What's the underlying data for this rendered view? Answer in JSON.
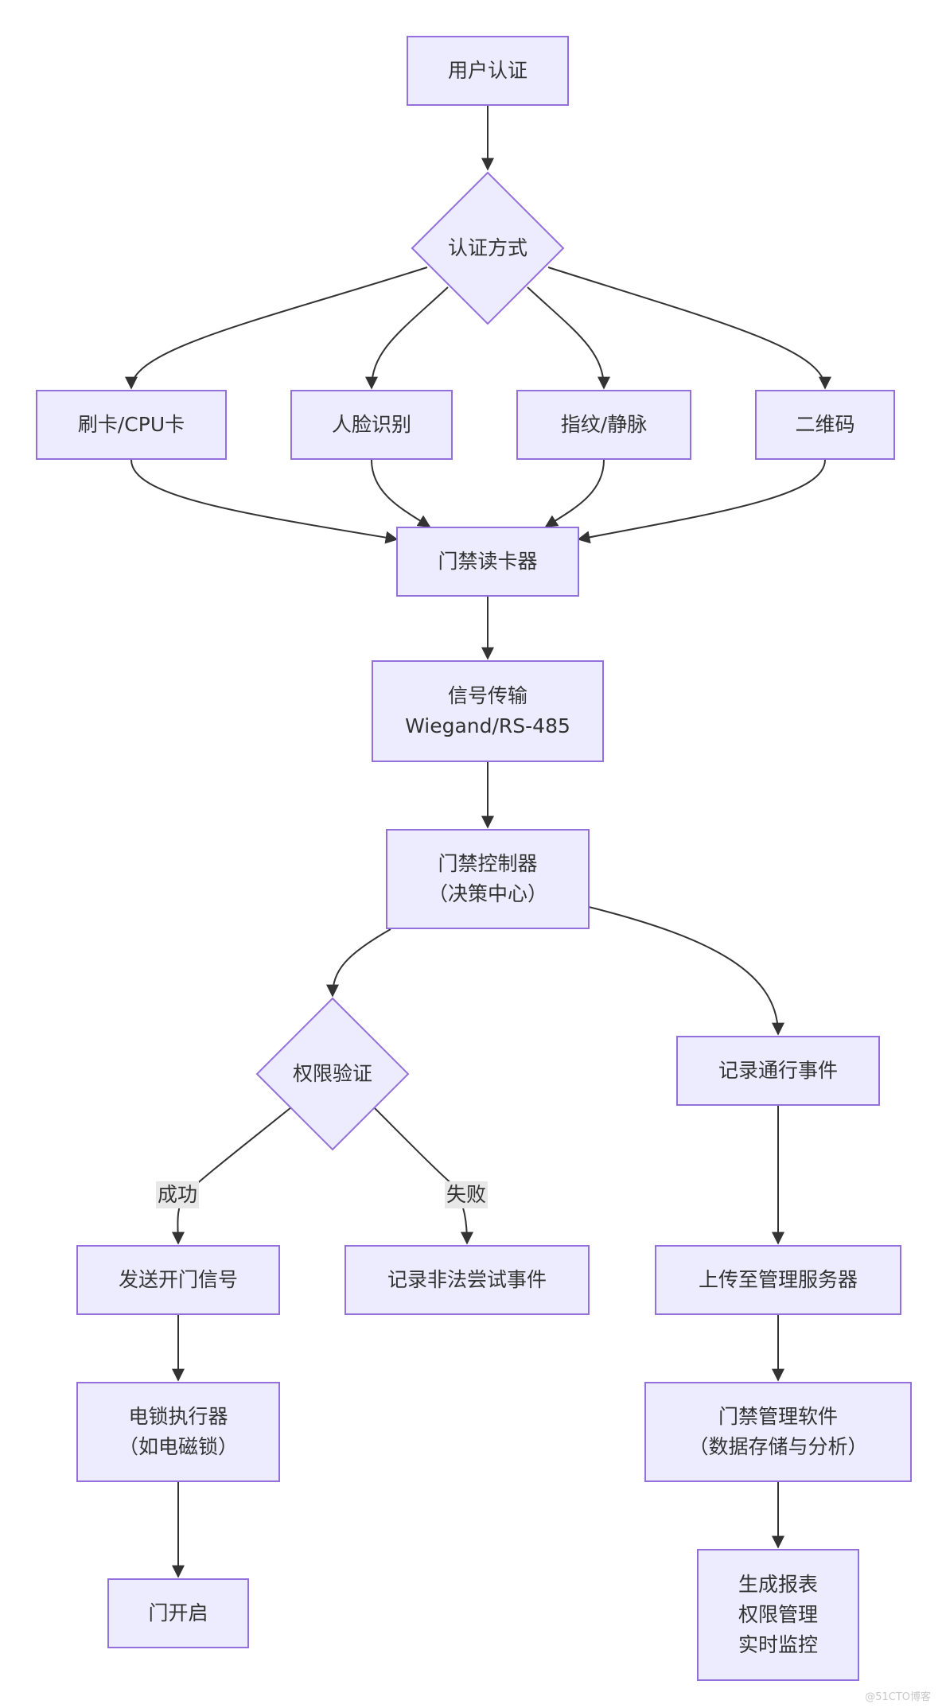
{
  "colors": {
    "node_fill": "#ececfe",
    "node_border": "#9370db",
    "edge": "#333333",
    "text": "#333333",
    "edge_label_bg": "#e8e8e8"
  },
  "nodes": {
    "user_auth": "用户认证",
    "auth_method": "认证方式",
    "card": "刷卡/CPU卡",
    "face": "人脸识别",
    "finger": "指纹/静脉",
    "qrcode": "二维码",
    "reader": "门禁读卡器",
    "signal": [
      "信号传输",
      "Wiegand/RS-485"
    ],
    "controller": [
      "门禁控制器",
      "（决策中心）"
    ],
    "permission": "权限验证",
    "record_pass": "记录通行事件",
    "send_open": "发送开门信号",
    "record_illegal": "记录非法尝试事件",
    "upload": "上传至管理服务器",
    "lock": [
      "电锁执行器",
      "（如电磁锁）"
    ],
    "software": [
      "门禁管理软件",
      "（数据存储与分析）"
    ],
    "door_open": "门开启",
    "report": [
      "生成报表",
      "权限管理",
      "实时监控"
    ]
  },
  "edge_labels": {
    "success": "成功",
    "fail": "失败"
  },
  "watermark": "@51CTO博客"
}
